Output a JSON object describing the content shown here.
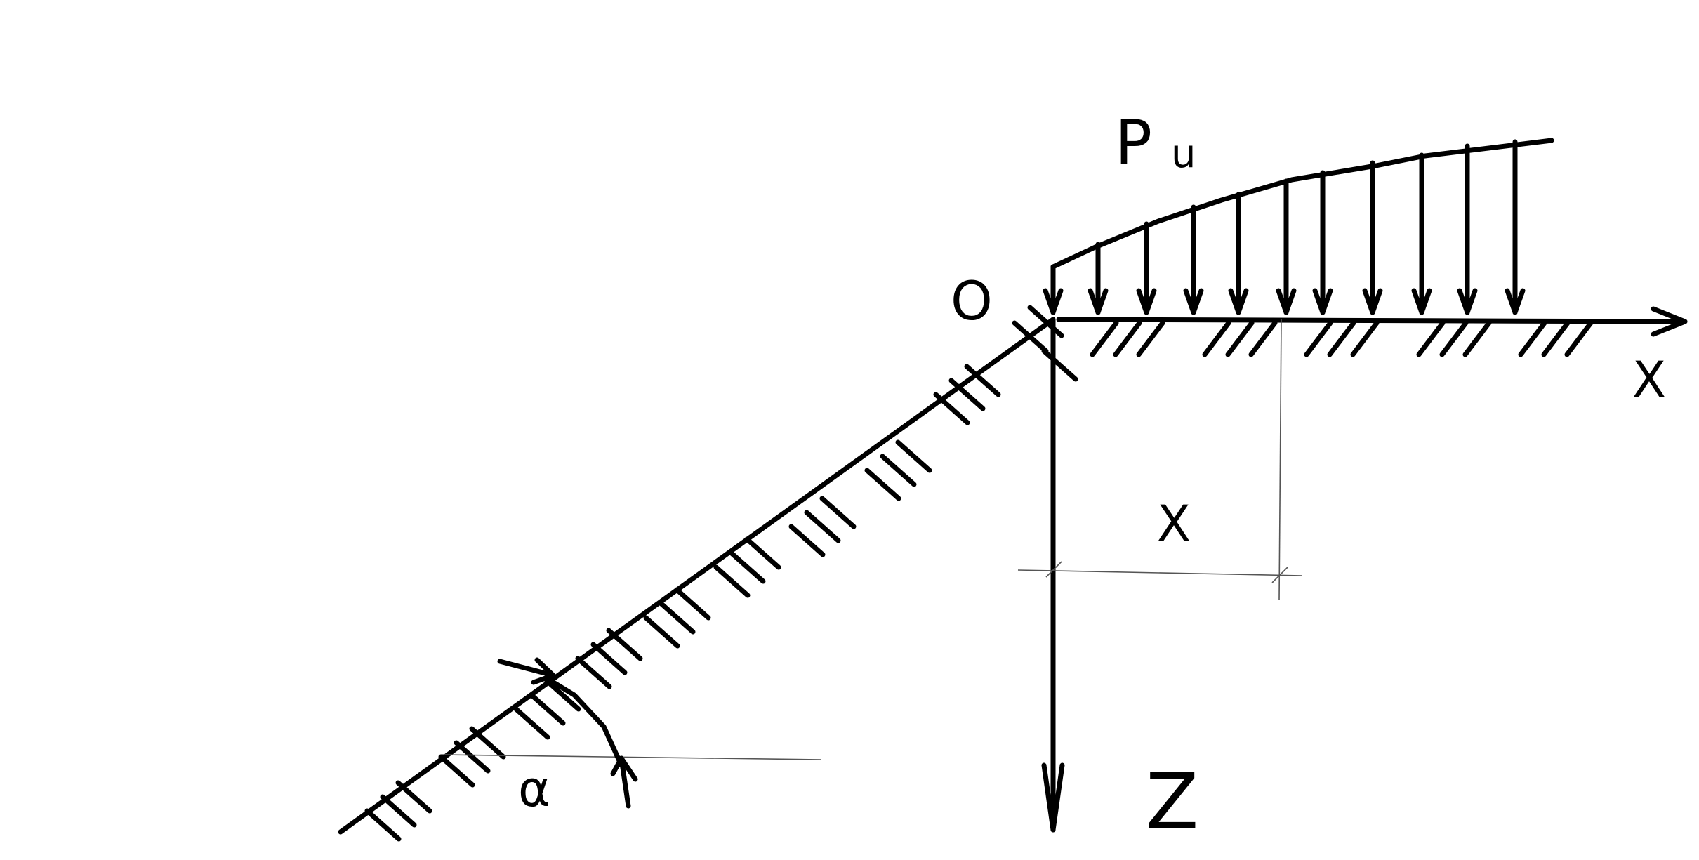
{
  "labels": {
    "load": "P",
    "load_subscript": "u",
    "origin": "O",
    "x_axis": "X",
    "z_axis": "Z",
    "distance": "X",
    "angle": "α"
  },
  "colors": {
    "ink": "#000000",
    "guide": "#555555",
    "background": "#ffffff"
  }
}
